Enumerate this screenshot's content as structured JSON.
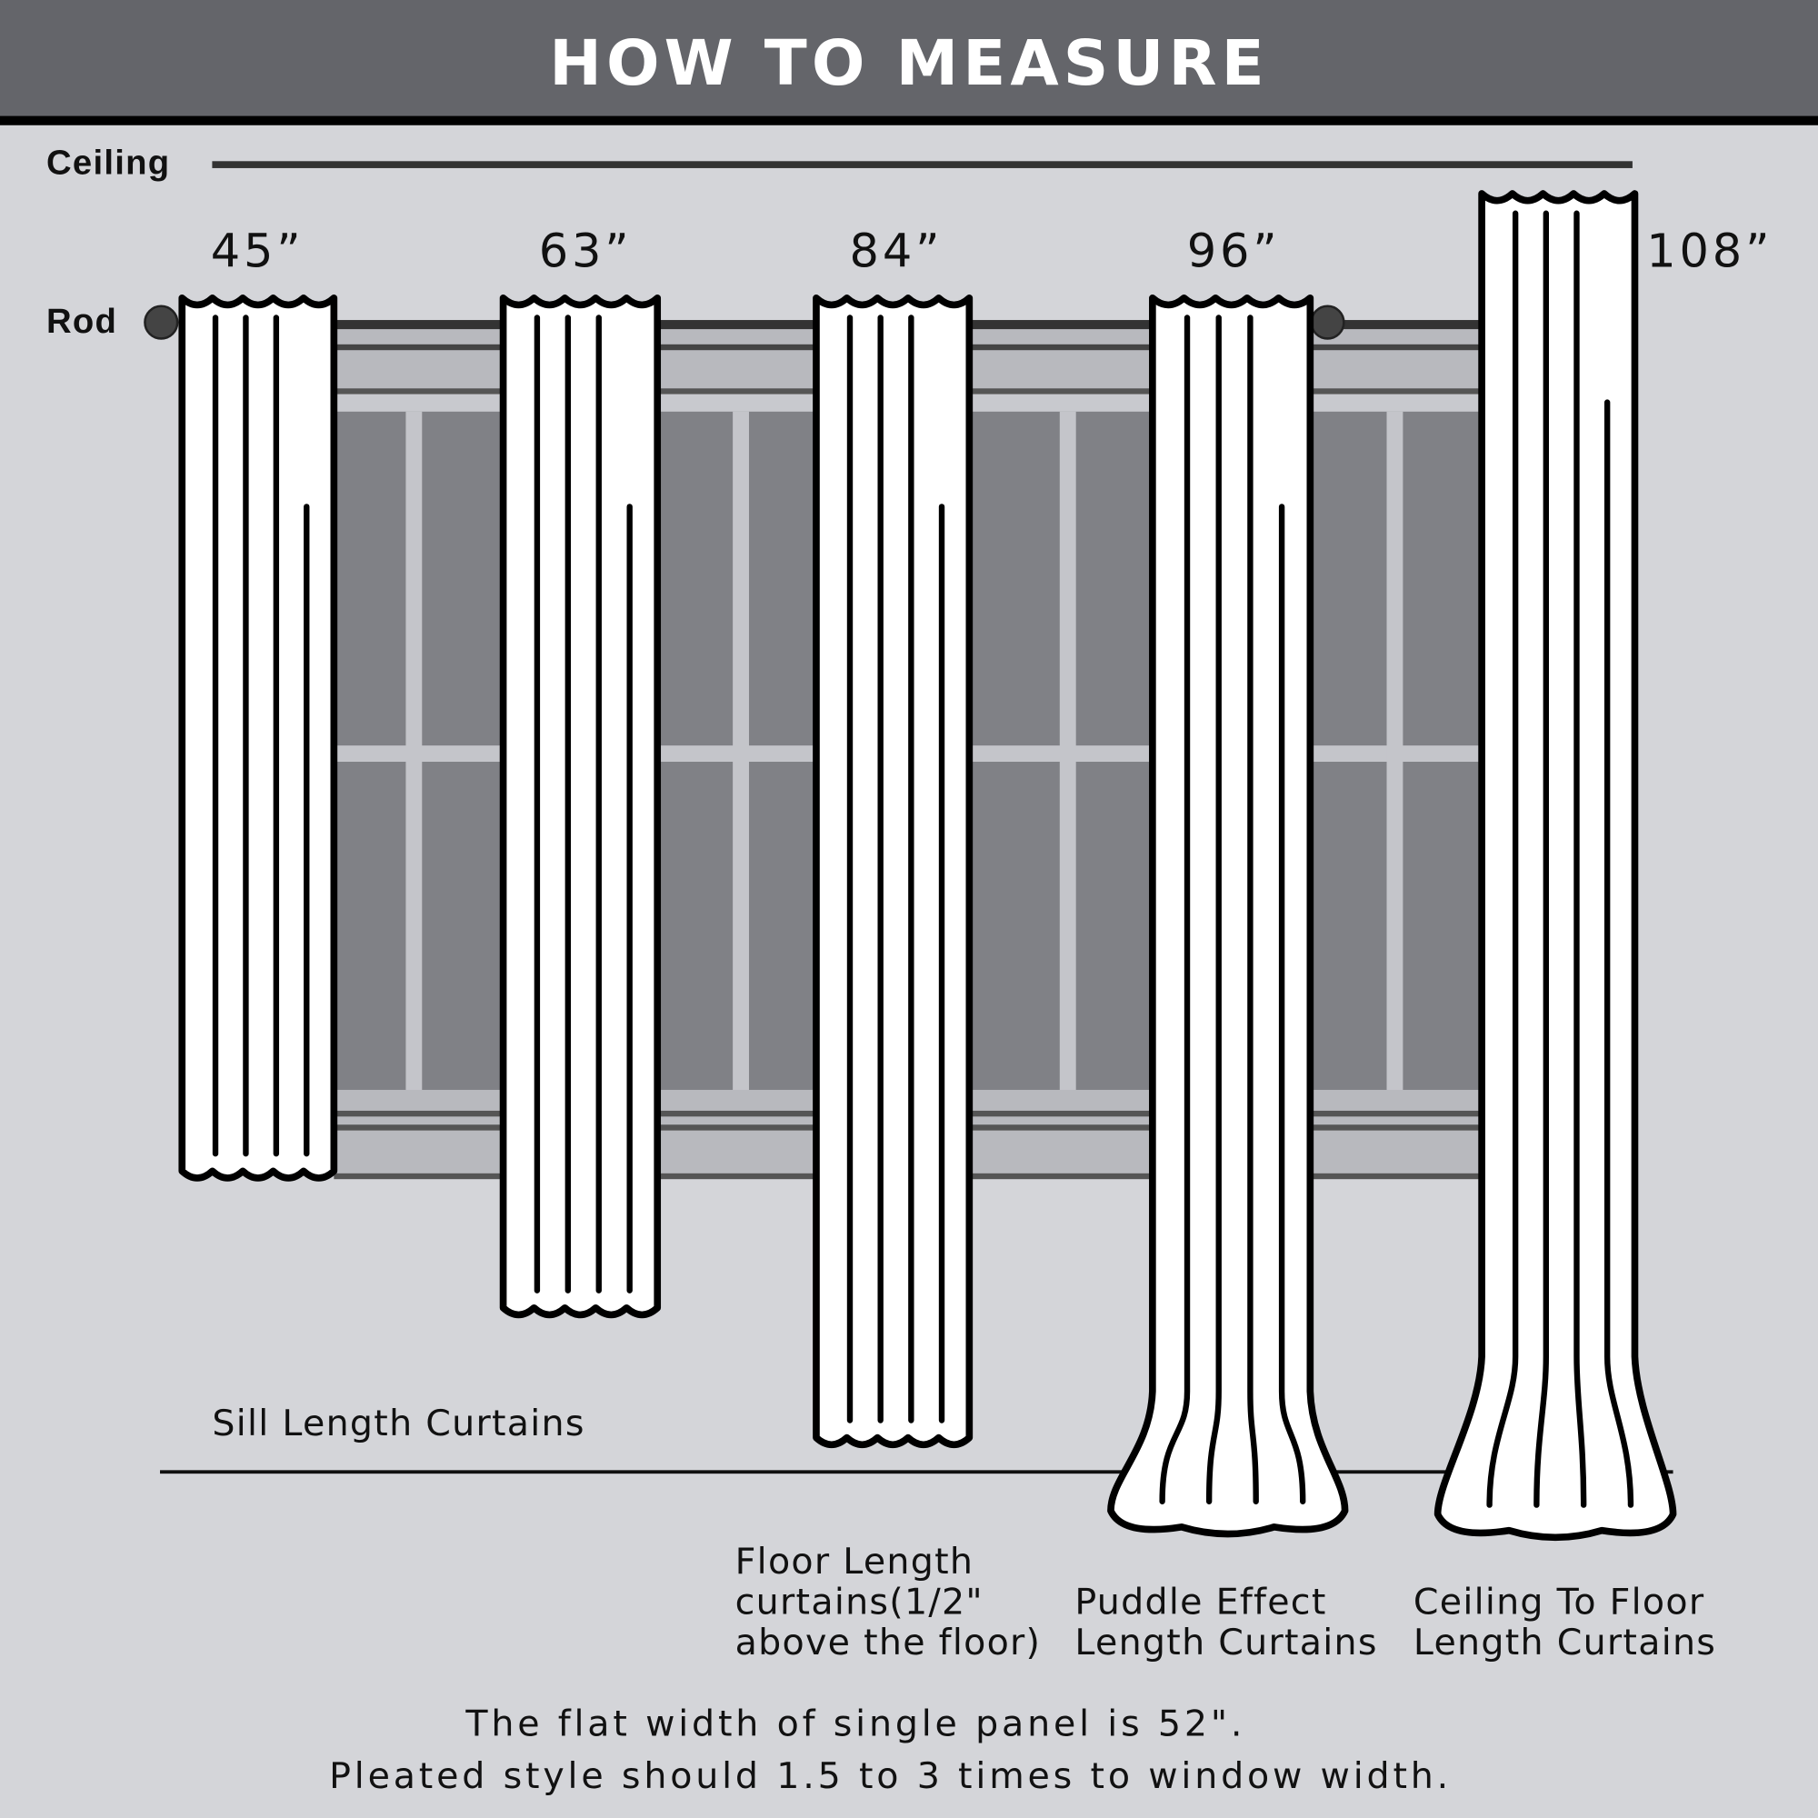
{
  "header": {
    "title": "HOW TO MEASURE"
  },
  "labels": {
    "ceiling": "Ceiling",
    "rod": "Rod"
  },
  "curtains": [
    {
      "length": "45”",
      "caption": [
        "Sill Length Curtains"
      ]
    },
    {
      "length": "63”",
      "caption": []
    },
    {
      "length": "84”",
      "caption": [
        "Floor Length",
        "curtains(1/2\"",
        "above the floor)"
      ]
    },
    {
      "length": "96”",
      "caption": [
        "Puddle Effect",
        "Length Curtains"
      ]
    },
    {
      "length": "108”",
      "caption": [
        "Ceiling To Floor",
        "Length Curtains"
      ]
    }
  ],
  "footer": {
    "line1": "The flat width of single panel is 52\".",
    "line2": "Pleated style should 1.5 to 3 times to window width."
  },
  "colors": {
    "header": "#64656a",
    "background": "#d4d5d9",
    "pane": "#808186",
    "frame": "#c0c1c6"
  }
}
